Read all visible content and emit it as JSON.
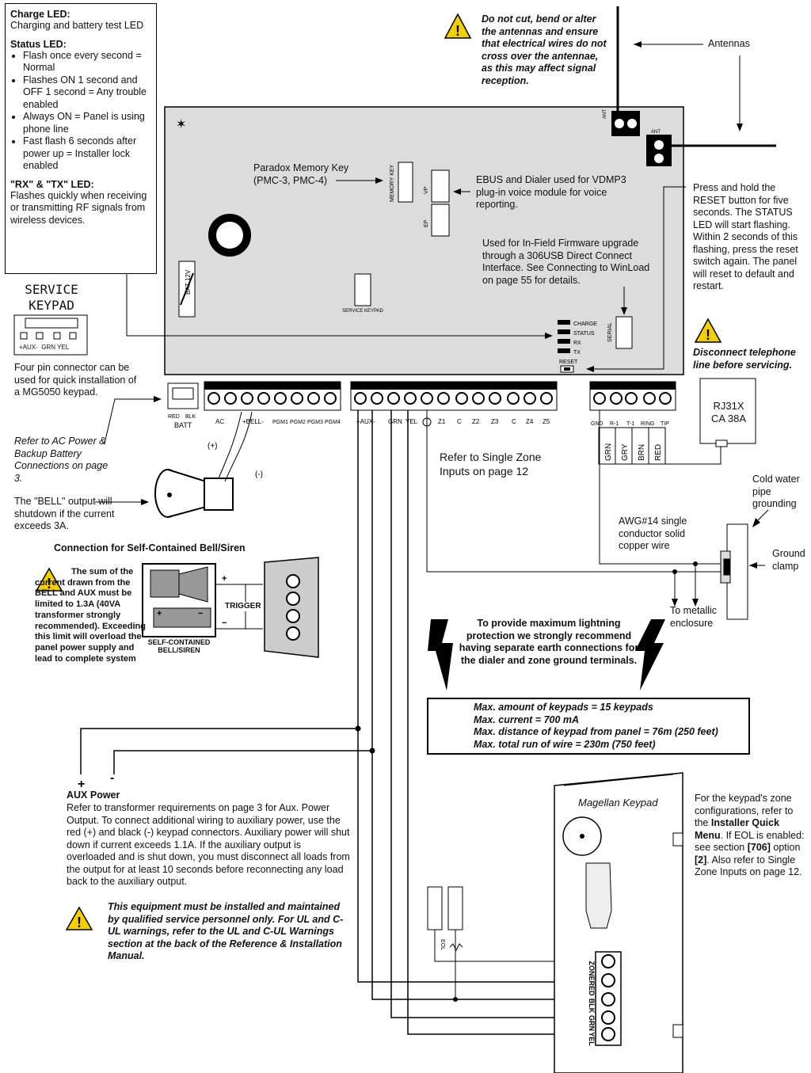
{
  "legend": {
    "charge_title": "Charge LED:",
    "charge_desc": "Charging and battery test LED",
    "status_title": "Status LED:",
    "status_items": [
      "Flash once every second = Normal",
      "Flashes ON 1 second and OFF 1 second = Any trouble enabled",
      "Always ON = Panel is using phone line",
      "Fast flash 6 seconds after power up = Installer lock enabled"
    ],
    "rxtx_title": "\"RX\" & \"TX\" LED:",
    "rxtx_desc": "Flashes quickly when receiving or transmitting RF signals from wireless devices."
  },
  "antenna_warning": "Do not cut, bend or alter the antennas and ensure that electrical wires do not cross over the antennae, as this may affect signal reception.",
  "antennas_label": "Antennas",
  "memory_key": "Paradox Memory Key (PMC-3, PMC-4)",
  "ebus_note": "EBUS and Dialer used for VDMP3 plug-in voice module for voice reporting.",
  "firmware_note": "Used for In-Field Firmware upgrade through a 306USB Direct Connect Interface. See Connecting to WinLoad on page 55 for details.",
  "reset_note": "Press and hold the RESET button for five seconds. The STATUS LED will start flashing. Within 2 seconds of this flashing, press the reset switch again. The panel will reset to default and restart.",
  "disconnect_warning": "Disconnect telephone line before servicing.",
  "service_keypad_title": "SERVICE KEYPAD",
  "service_keypad_pins": "+AUX-  GRN YEL",
  "service_keypad_desc": "Four pin connector can be used for quick installation of a MG5050 keypad.",
  "ac_power_ref": "Refer to AC Power & Backup Battery Connections on page 3.",
  "bell_note": "The \"BELL\" output will shutdown if the current exceeds 3A.",
  "single_zone_ref": "Refer to Single Zone Inputs on page 12",
  "rj31x": "RJ31X CA 38A",
  "cold_water": "Cold water pipe grounding",
  "awg_note": "AWG#14 single conductor solid copper wire",
  "ground_clamp": "Ground clamp",
  "metallic_enclosure": "To metallic enclosure",
  "bell_siren_title": "Connection for Self-Contained Bell/Siren",
  "bell_siren_warning": "The sum of the current drawn from the BELL and AUX must be limited to 1.3A (40VA transformer strongly recommended). Exceeding this limit will overload the panel power supply and lead to complete system",
  "self_contained": "SELF-CONTAINED BELL/SIREN",
  "trigger": "TRIGGER",
  "lightning_note": "To provide maximum lightning protection we strongly recommend having separate earth connections for the dialer and zone ground terminals.",
  "keypad_limits": [
    "Max. amount of keypads = 15 keypads",
    "Max. current = 700 mA",
    "Max. distance of keypad from panel = 76m (250 feet)",
    "Max. total run of wire = 230m (750 feet)"
  ],
  "aux_title": "AUX Power",
  "aux_desc": "Refer to transformer requirements on page 3 for Aux. Power Output. To connect additional wiring to auxiliary power, use the red (+) and black (-) keypad connectors. Auxiliary power will shut down if current exceeds 1.1A. If the auxiliary output is overloaded and is shut down, you must disconnect all loads from the output for at least 10 seconds before reconnecting any load back to the auxiliary output.",
  "install_warning": "This equipment must be installed and maintained by qualified service personnel only. For UL and C-UL warnings, refer to the UL and C-UL Warnings section at the back of the Reference & Installation Manual.",
  "keypad_name": "Magellan  Keypad",
  "keypad_zone_note_1": "For the keypad's zone configurations, refer to the",
  "keypad_zone_note_bold": "Installer Quick Menu",
  "keypad_zone_note_2": ". If EOL is enabled: see section",
  "keypad_zone_note_3": "[706]",
  "keypad_zone_note_4": "option",
  "keypad_zone_note_5": "[2]",
  "keypad_zone_note_6": ". Also refer to Single Zone Inputs on page 12.",
  "board": {
    "leds": [
      "CHARGE",
      "STATUS",
      "RX",
      "TX"
    ],
    "reset": "RESET",
    "serial": "SERIAL",
    "memory_key_lbl": "MEMORY KEY",
    "vp": "VP",
    "ep": "EP",
    "bat": "BAT 12V",
    "svc": "SERVICE KEYPAD",
    "ant": "ANT",
    "batt_labels": [
      "RED",
      "BLK",
      "BATT"
    ],
    "term_group1": [
      "AC",
      "+BELL-",
      "PGM1",
      "PGM2",
      "PGM3",
      "PGM4"
    ],
    "term_group2": [
      "+AUX-",
      "GRN",
      "YEL",
      "Z1",
      "C",
      "Z2",
      "Z3",
      "C",
      "Z4",
      "Z5"
    ],
    "term_group3": [
      "GND",
      "R-1",
      "T-1",
      "RING",
      "TIP"
    ],
    "phone_wires": [
      "GRN",
      "GRY",
      "BRN",
      "RED"
    ],
    "bell_plus": "(+)",
    "bell_minus": "(-)",
    "aux_plus": "+",
    "aux_minus": "-",
    "keypad_terms": [
      "ZONE",
      "RED",
      "BLK",
      "GRN",
      "YEL"
    ],
    "eol": "EOL"
  }
}
